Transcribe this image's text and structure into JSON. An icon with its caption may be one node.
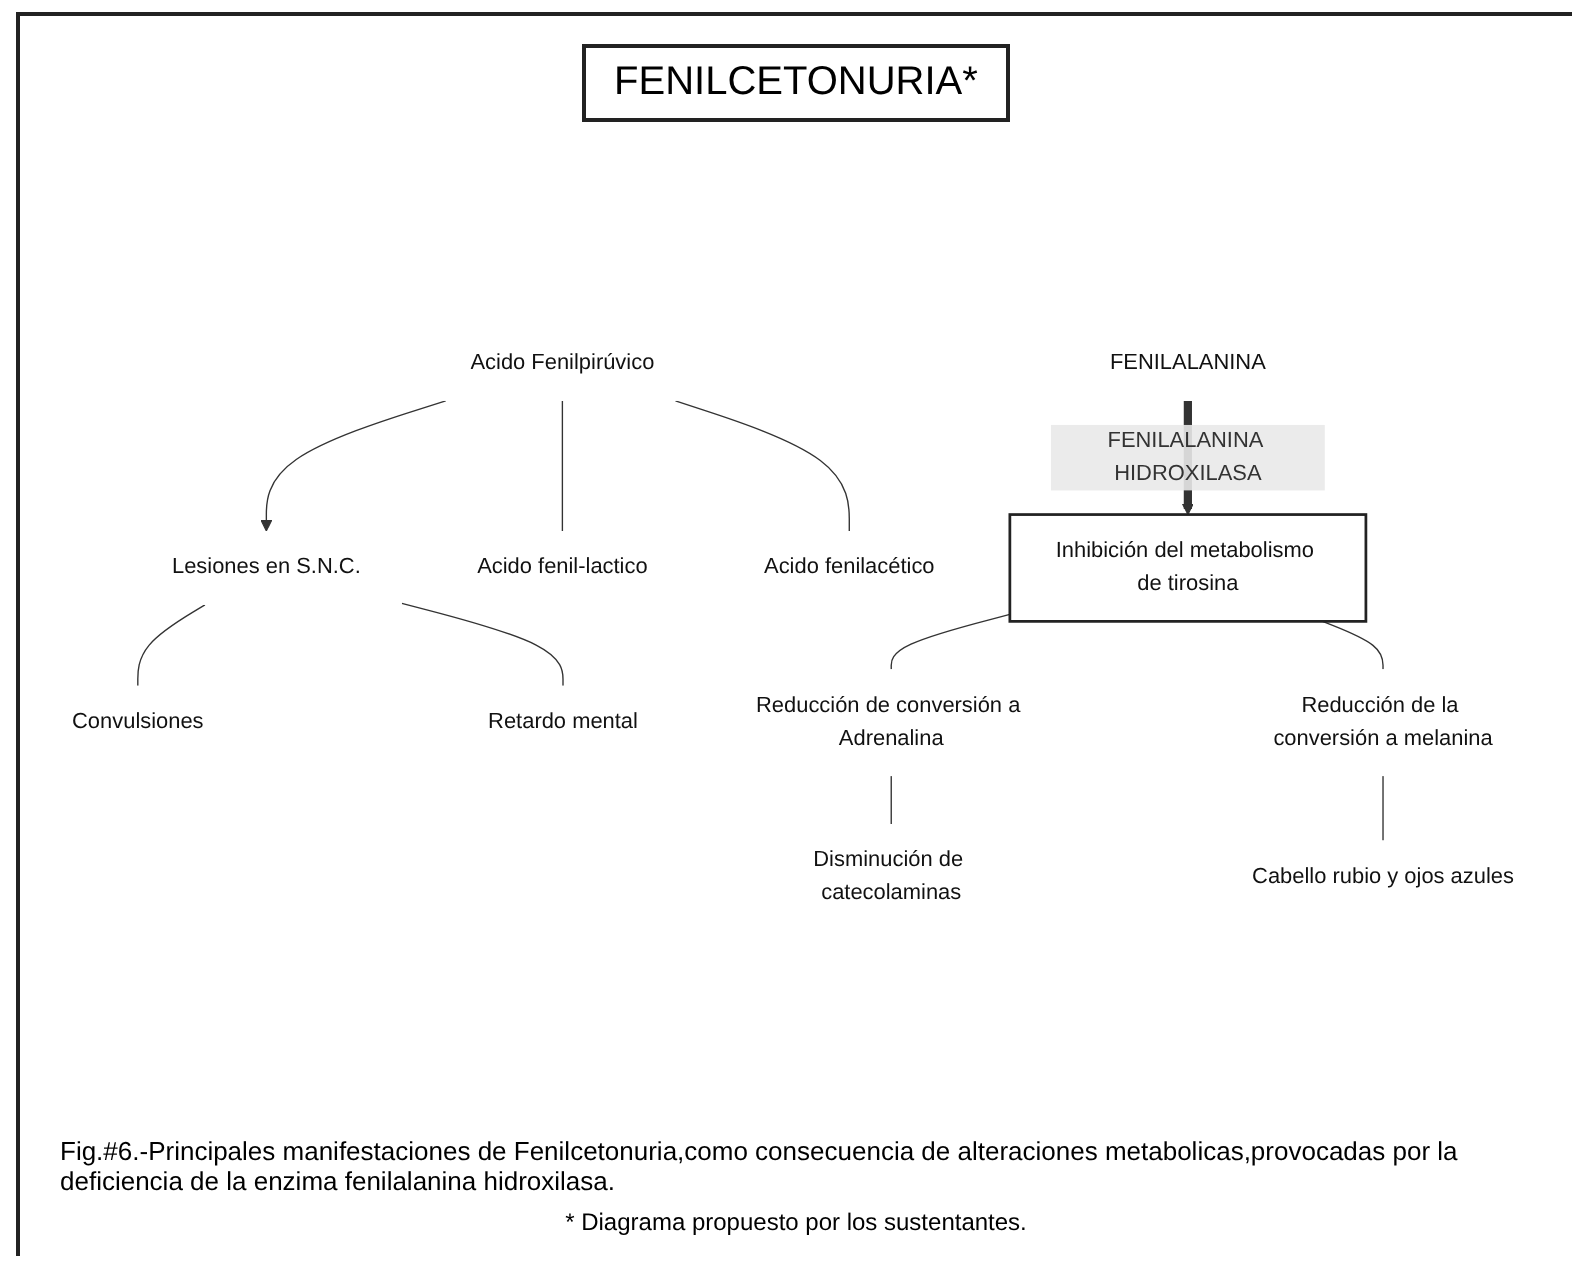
{
  "diagram": {
    "title": "FENILCETONURIA*",
    "nodes": [
      {
        "text": [
          "FENILALANINA"
        ]
      },
      {
        "text": [
          "Acido Fenilpirúvico"
        ]
      },
      {
        "text": [
          "Lesiones en S.N.C."
        ]
      },
      {
        "text": [
          "Acido fenil-lactico"
        ]
      },
      {
        "text": [
          "Acido fenilacético"
        ]
      },
      {
        "text": [
          "Convulsiones"
        ]
      },
      {
        "text": [
          "Retardo mental"
        ]
      },
      {
        "text": [
          "Inhibición del metabolismo de tirosina"
        ]
      },
      {
        "text": [
          "Reducción de conversión a Adrenalina"
        ]
      },
      {
        "text": [
          "Disminución de catecolaminas"
        ]
      },
      {
        "text": [
          "Reducción de la conversión a melanina"
        ]
      },
      {
        "text": [
          "Cabello rubio y ojos azules"
        ]
      }
    ],
    "edges": [
      {
        "from": 0,
        "to": 7,
        "arrow": "to",
        "label": "FENILALANINA HIDROXILASA",
        "style": "thick"
      },
      {
        "from": 1,
        "to": 2,
        "arrow": "to"
      },
      {
        "from": 1,
        "to": 3,
        "arrow": "none"
      },
      {
        "from": 1,
        "to": 4,
        "arrow": "none"
      },
      {
        "from": 2,
        "to": 5,
        "arrow": "none"
      },
      {
        "from": 2,
        "to": 6,
        "arrow": "none"
      },
      {
        "from": 7,
        "to": 8,
        "arrow": "none"
      },
      {
        "from": 8,
        "to": 9,
        "arrow": "none"
      },
      {
        "from": 7,
        "to": 10,
        "arrow": "none"
      },
      {
        "from": 10,
        "to": 11,
        "arrow": "none"
      }
    ],
    "caption": "Fig.#6.-Principales manifestaciones de Fenilcetonuria,como consecuencia de alteraciones metabolicas,provocadas por la deficiencia de la enzima fenilalanina hidroxilasa.",
    "labels": [
      "* Diagrama propuesto por los sustentantes."
    ]
  }
}
